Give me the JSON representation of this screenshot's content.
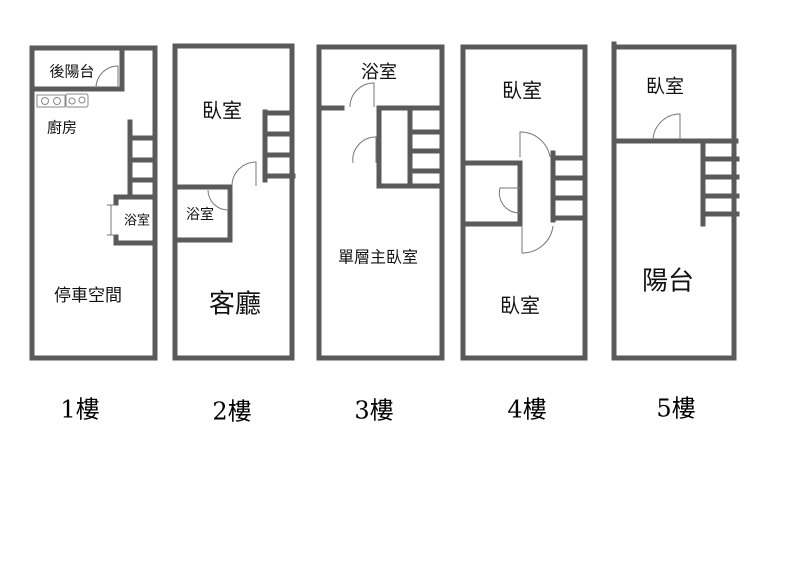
{
  "floors": [
    {
      "label": "1樓",
      "rooms": [
        "後陽台",
        "廚房",
        "浴室",
        "停車空間"
      ]
    },
    {
      "label": "2樓",
      "rooms": [
        "臥室",
        "浴室",
        "客廳"
      ]
    },
    {
      "label": "3樓",
      "rooms": [
        "浴室",
        "單層主臥室"
      ]
    },
    {
      "label": "4樓",
      "rooms": [
        "臥室",
        "臥室"
      ]
    },
    {
      "label": "5樓",
      "rooms": [
        "臥室",
        "陽台"
      ]
    }
  ],
  "colors": {
    "wall": "#5a5a5a",
    "background": "#ffffff"
  }
}
